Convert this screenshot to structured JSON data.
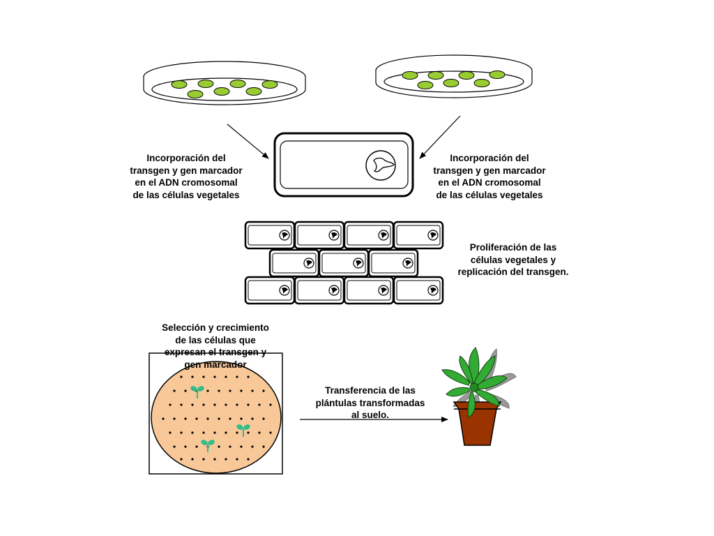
{
  "labels": {
    "left_incorporation": [
      "Incorporación del",
      "transgen y gen marcador",
      "en el ADN cromosomal",
      "de las células vegetales"
    ],
    "right_incorporation": [
      "Incorporación del",
      "transgen y gen marcador",
      "en el ADN cromosomal",
      "de las células vegetales"
    ],
    "proliferation": [
      "Proliferación de las",
      "células vegetales y",
      "replicación del transgen."
    ],
    "selection": [
      "Selección y crecimiento",
      "de las células que",
      "expresan el transgen y",
      "gen marcador"
    ],
    "transfer": [
      "Transferencia de las",
      "plántulas transformadas",
      "al suelo."
    ]
  },
  "colors": {
    "colony_green": "#99cc33",
    "agar_fill": "#f8c898",
    "seedling_teal": "#33bb88",
    "pot_brown": "#993300",
    "leaf_green": "#33aa33",
    "leaf_shadow": "#999999"
  }
}
